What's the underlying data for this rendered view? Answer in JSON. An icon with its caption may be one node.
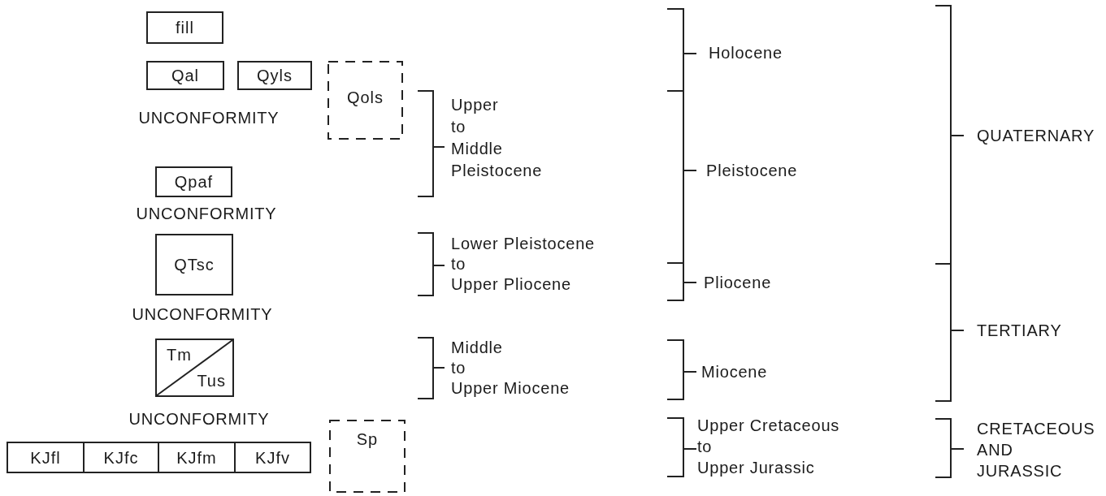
{
  "diagram": {
    "nodes": [
      {
        "text": [
          "fill"
        ]
      },
      {
        "text": [
          "Qal"
        ]
      },
      {
        "text": [
          "Qyls"
        ]
      },
      {
        "text": [
          "Qols"
        ]
      },
      {
        "text": [
          "Qpaf"
        ]
      },
      {
        "text": [
          "QTsc"
        ]
      },
      {
        "text": [
          "Tm",
          "Tus"
        ]
      },
      {
        "text": [
          "KJfl"
        ]
      },
      {
        "text": [
          "KJfc"
        ]
      },
      {
        "text": [
          "KJfm"
        ]
      },
      {
        "text": [
          "KJfv"
        ]
      },
      {
        "text": [
          "Sp"
        ]
      }
    ],
    "labels": [
      "Holocene",
      "UNCONFORMITY",
      "Upper to Middle Pleistocene",
      "QUATERNARY",
      "Pleistocene",
      "UNCONFORMITY",
      "Lower Pleistocene to Upper Pliocene",
      "Pliocene",
      "UNCONFORMITY",
      "TERTIARY",
      "Middle to Upper Miocene",
      "Miocene",
      "UNCONFORMITY",
      "Upper Cretaceous to Upper Jurassic",
      "CRETACEOUS AND JURASSIC"
    ]
  }
}
